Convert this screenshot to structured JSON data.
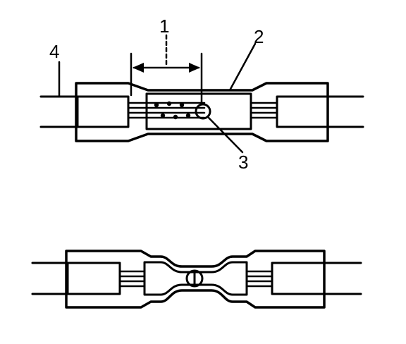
{
  "diagram": {
    "callouts": {
      "c1": "1",
      "c2": "2",
      "c3": "3",
      "c4": "4"
    },
    "colors": {
      "ink": "#000000",
      "paper": "#ffffff"
    }
  }
}
